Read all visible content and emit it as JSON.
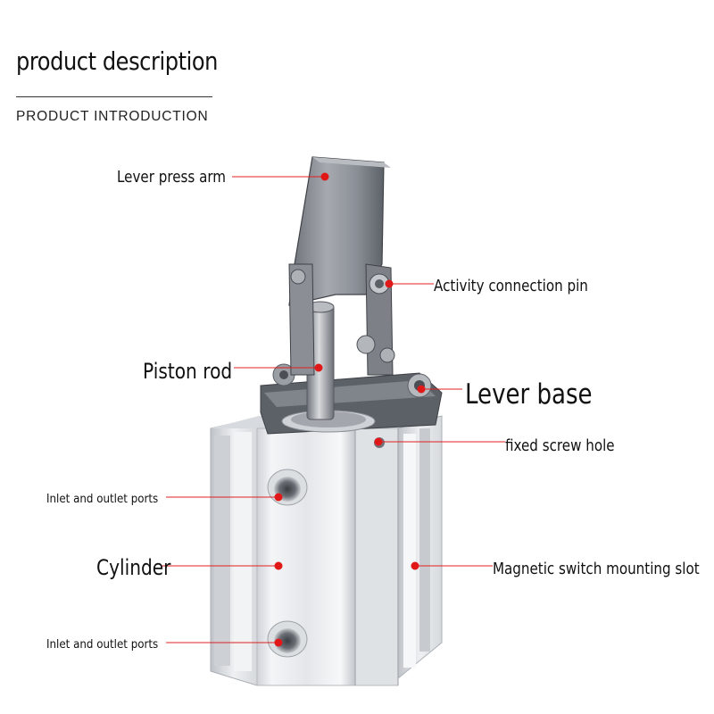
{
  "header": {
    "title": "product description",
    "subtitle": "PRODUCT INTRODUCTION"
  },
  "callouts": {
    "lever_press_arm": "Lever press arm",
    "activity_connection_pin": "Activity connection pin",
    "piston_rod": "Piston rod",
    "lever_base": "Lever base",
    "fixed_screw_hole": "fixed screw hole",
    "inlet_outlet_top": "Inlet and outlet ports",
    "cylinder": "Cylinder",
    "magnetic_switch_slot": "Magnetic switch mounting slot",
    "inlet_outlet_bottom": "Inlet and outlet ports"
  },
  "colors": {
    "marker": "#e01818",
    "leader_line": "#e02020",
    "metal_light": "#e9ebee",
    "metal_dark": "#7c8088"
  }
}
